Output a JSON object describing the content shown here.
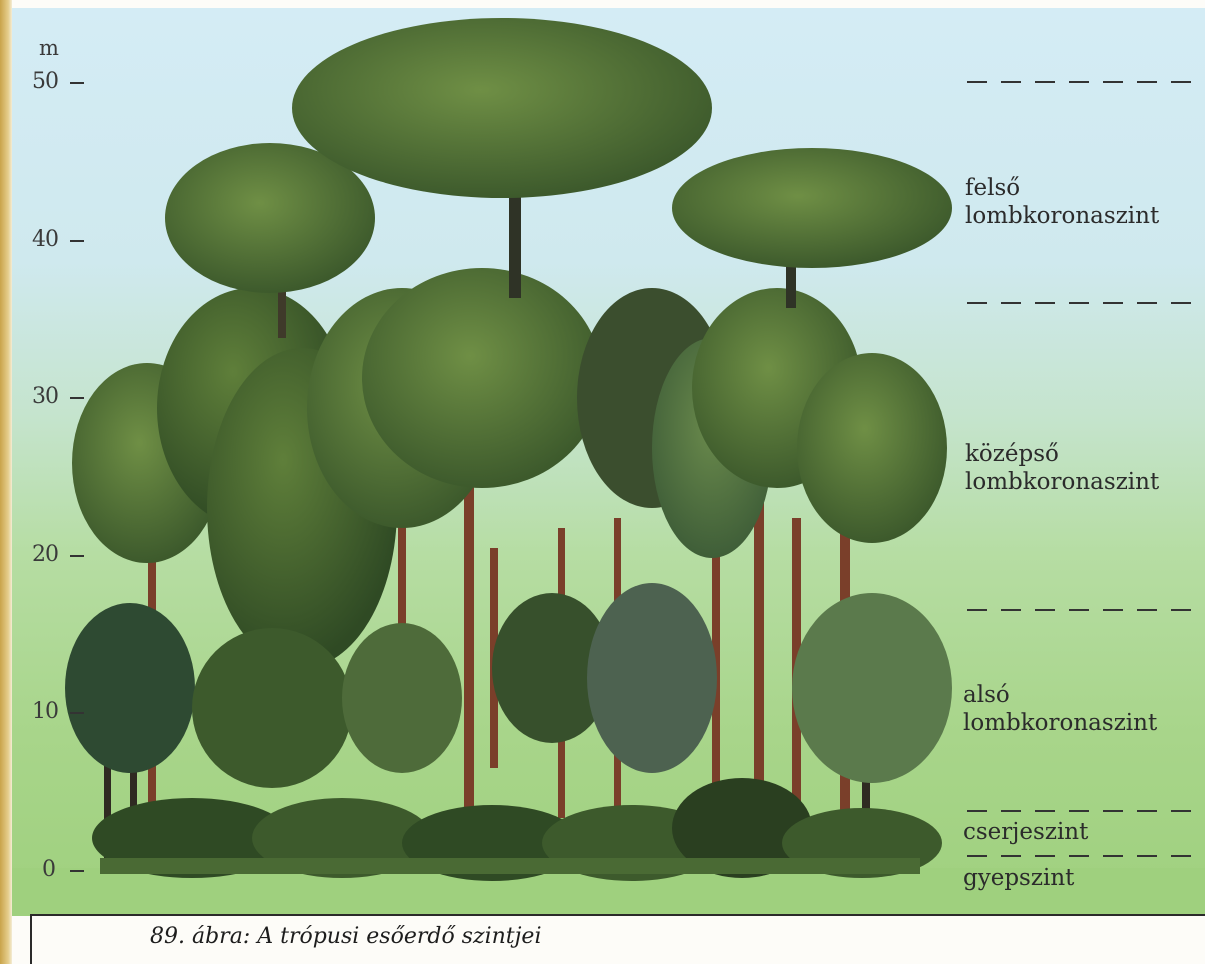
{
  "axis": {
    "unit": "m",
    "ticks": [
      {
        "value": 50,
        "label": "50"
      },
      {
        "value": 40,
        "label": "40"
      },
      {
        "value": 30,
        "label": "30"
      },
      {
        "value": 20,
        "label": "20"
      },
      {
        "value": 10,
        "label": "10"
      },
      {
        "value": 0,
        "label": "0"
      }
    ]
  },
  "layers": {
    "upper_canopy": {
      "line1": "felső",
      "line2": "lombkoronaszint"
    },
    "middle_canopy": {
      "line1": "középső",
      "line2": "lombkoronaszint"
    },
    "lower_canopy": {
      "line1": "alsó",
      "line2": "lombkoronaszint"
    },
    "shrub_layer": {
      "label": "cserjeszint"
    },
    "herb_layer": {
      "label": "gyepszint"
    }
  },
  "caption": "89. ábra: A trópusi esőerdő szintjei",
  "colors": {
    "sky_top": "#d4ecf5",
    "ground": "#9fd07e",
    "canopy_dark": "#3d5a2c",
    "canopy_mid": "#557a36",
    "canopy_light": "#6f8f45",
    "trunk": "#7a3f2a"
  }
}
